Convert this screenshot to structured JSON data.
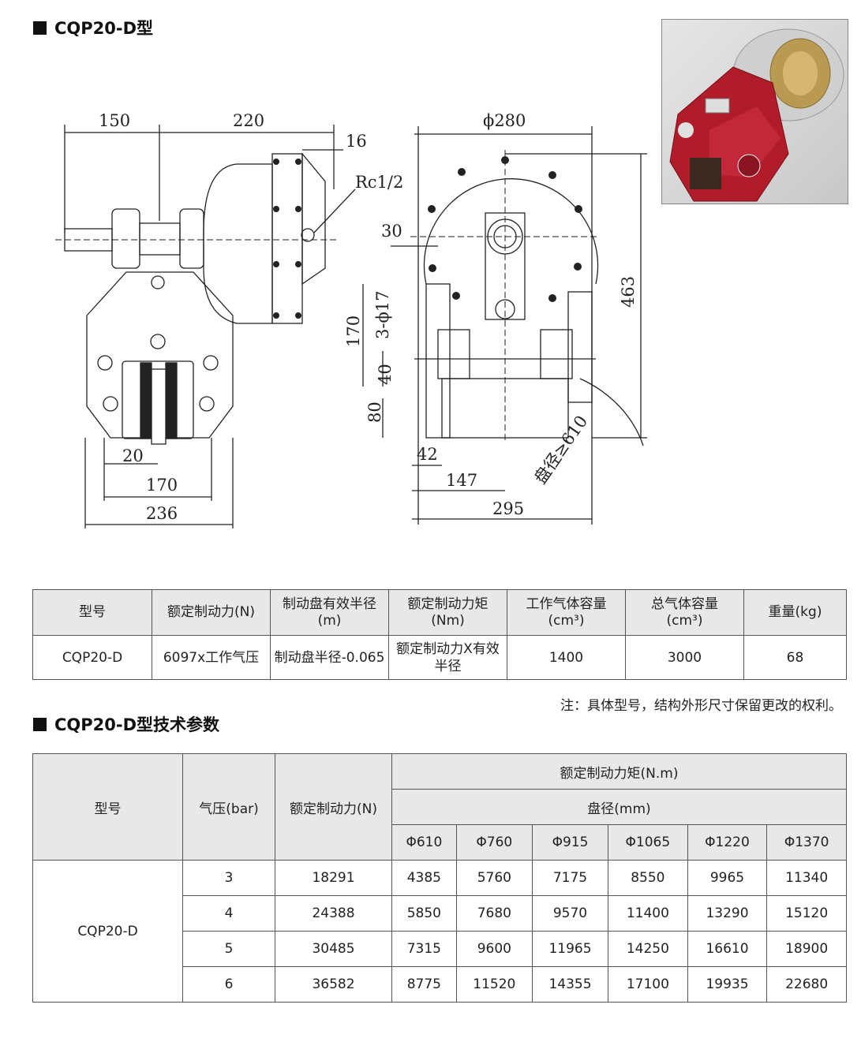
{
  "title": "CQP20-D型",
  "drawing": {
    "dims": {
      "d150": "150",
      "d220": "220",
      "d16": "16",
      "rc": "Rc1/2",
      "d170v": "170",
      "d20": "20",
      "d170": "170",
      "d236": "236",
      "phi280": "ϕ280",
      "d30": "30",
      "d3phi17": "3-ϕ17",
      "d170b": "170",
      "d40": "40",
      "d80": "80",
      "d42": "42",
      "d147": "147",
      "d295": "295",
      "d463": "463",
      "disc": "盘径≥610"
    }
  },
  "spec_table": {
    "headers": [
      "型号",
      "额定制动力(N)",
      "制动盘有效半径",
      "(m)",
      "额定制动力矩",
      "(Nm)",
      "工作气体容量",
      "(cm³)",
      "总气体容量",
      "(cm³)",
      "重量(kg)"
    ],
    "row": [
      "CQP20-D",
      "6097x工作气压",
      "制动盘半径-0.065",
      "额定制动力X有效",
      "半径",
      "1400",
      "3000",
      "68"
    ]
  },
  "note": "注：具体型号，结构外形尺寸保留更改的权利。",
  "section2_title": "CQP20-D型技术参数",
  "param_table": {
    "h_model": "型号",
    "h_pressure": "气压(bar)",
    "h_force": "额定制动力(N)",
    "h_torque": "额定制动力矩(N.m)",
    "h_disc": "盘径(mm)",
    "discs": [
      "Φ610",
      "Φ760",
      "Φ915",
      "Φ1065",
      "Φ1220",
      "Φ1370"
    ],
    "model": "CQP20-D",
    "rows": [
      {
        "bar": "3",
        "force": "18291",
        "t": [
          "4385",
          "5760",
          "7175",
          "8550",
          "9965",
          "11340"
        ]
      },
      {
        "bar": "4",
        "force": "24388",
        "t": [
          "5850",
          "7680",
          "9570",
          "11400",
          "13290",
          "15120"
        ]
      },
      {
        "bar": "5",
        "force": "30485",
        "t": [
          "7315",
          "9600",
          "11965",
          "14250",
          "16610",
          "18900"
        ]
      },
      {
        "bar": "6",
        "force": "36582",
        "t": [
          "8775",
          "11520",
          "14355",
          "17100",
          "19935",
          "22680"
        ]
      }
    ]
  }
}
